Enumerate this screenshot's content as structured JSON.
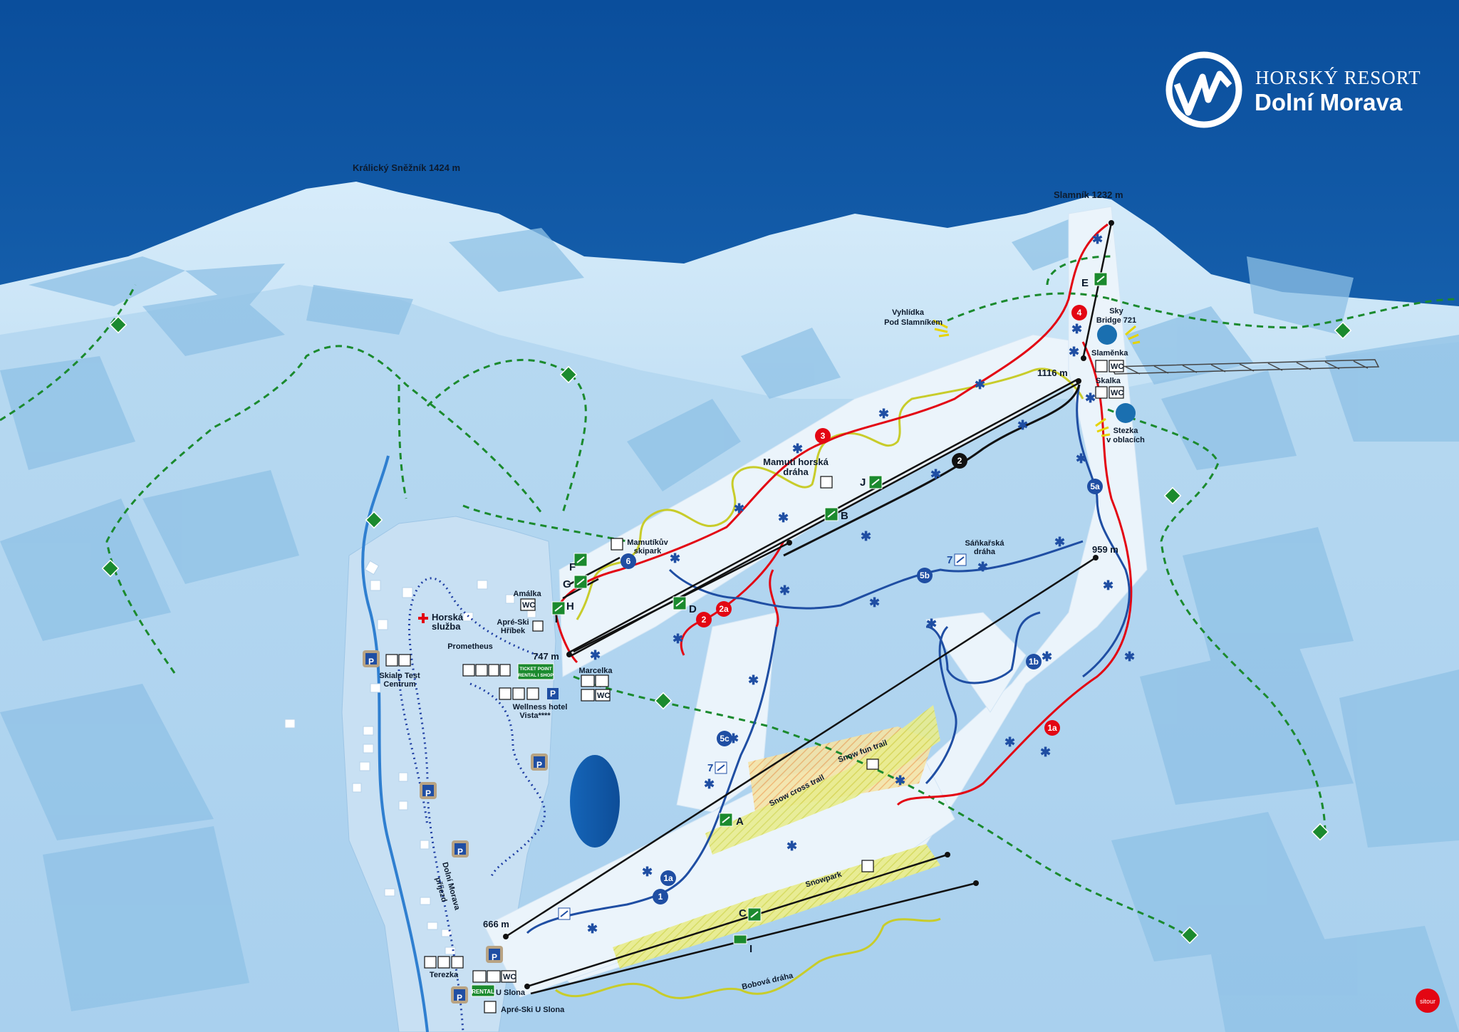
{
  "logo": {
    "line1": "HORSKÝ RESORT",
    "line2": "Dolní Morava"
  },
  "peaks": [
    {
      "name": "Králický Sněžník 1424 m"
    },
    {
      "name": "Slamník 1232 m"
    }
  ],
  "altitudes": [
    "1116 m",
    "959 m",
    "747 m",
    "666 m"
  ],
  "places": {
    "vyhlidka": [
      "Vyhlídka",
      "Pod Slamníkem"
    ],
    "sky_bridge": [
      "Sky",
      "Bridge 721"
    ],
    "slamenka": "Slaměnka",
    "skalka": "Skalka",
    "stezka": [
      "Stezka",
      "v oblacích"
    ],
    "mamuti": [
      "Mamutí horská",
      "dráha"
    ],
    "mamutikuv": [
      "Mamutíkův",
      "skipark"
    ],
    "sankarska": [
      "Sáňkařská",
      "dráha"
    ],
    "amalka": "Amálka",
    "apreski_hribek": [
      "Apré-Ski",
      "Hříbek"
    ],
    "horska_sluzba": [
      "Horská",
      "služba"
    ],
    "prometheus": "Prometheus",
    "skialp": [
      "Skialp Test",
      "Centrum"
    ],
    "marcelka": "Marcelka",
    "wellness": [
      "Wellness hotel",
      "Vista****"
    ],
    "ticket": [
      "TICKET POINT",
      "RENTAL I SHOP"
    ],
    "snow_fun": "Snow fun trail",
    "snow_cross": "Snow cross trail",
    "snowpark": "Snowpark",
    "bobova": "Bobová dráha",
    "prijezd": [
      "Dolní Morava",
      "příjezd"
    ],
    "terezka": "Terezka",
    "u_slona": "U Slona",
    "apreski_slona": "Apré-Ski U Slona",
    "rental": "RENTAL",
    "wc": "WC",
    "credit": "sitour"
  },
  "lift_letters": [
    "A",
    "B",
    "C",
    "D",
    "E",
    "F",
    "G",
    "H",
    "I",
    "J"
  ],
  "runs": [
    {
      "id": "1",
      "color": "#1f4ea3"
    },
    {
      "id": "1a",
      "color": "#1f4ea3"
    },
    {
      "id": "1b",
      "color": "#1f4ea3"
    },
    {
      "id": "5a",
      "color": "#1f4ea3"
    },
    {
      "id": "5b",
      "color": "#1f4ea3"
    },
    {
      "id": "5c",
      "color": "#1f4ea3"
    },
    {
      "id": "6",
      "color": "#1f4ea3"
    },
    {
      "id": "2",
      "color": "#e30613"
    },
    {
      "id": "2a",
      "color": "#e30613"
    },
    {
      "id": "3",
      "color": "#e30613"
    },
    {
      "id": "4",
      "color": "#e30613"
    },
    {
      "id": "1a",
      "color": "#e30613"
    },
    {
      "id": "2",
      "color": "#111111"
    }
  ],
  "sledge_numbers": [
    "7",
    "7"
  ],
  "colors": {
    "sky_top": "#0a4e9c",
    "sky_bottom": "#2f86d0",
    "snow": "#e9f3fb",
    "blue_run": "#1f4ea3",
    "red_run": "#e30613",
    "black_run": "#111111",
    "trail_green": "#1b8a2e",
    "coaster_yellow": "#c8cc2a",
    "lift": "#111111"
  },
  "icons": [
    "ski-lift-icon",
    "hiking-trail-icon",
    "snowflake-icon",
    "parking-icon",
    "restaurant-icon",
    "wc-icon",
    "first-aid-icon",
    "viewpoint-icon",
    "sledge-icon",
    "snowboard-icon"
  ]
}
